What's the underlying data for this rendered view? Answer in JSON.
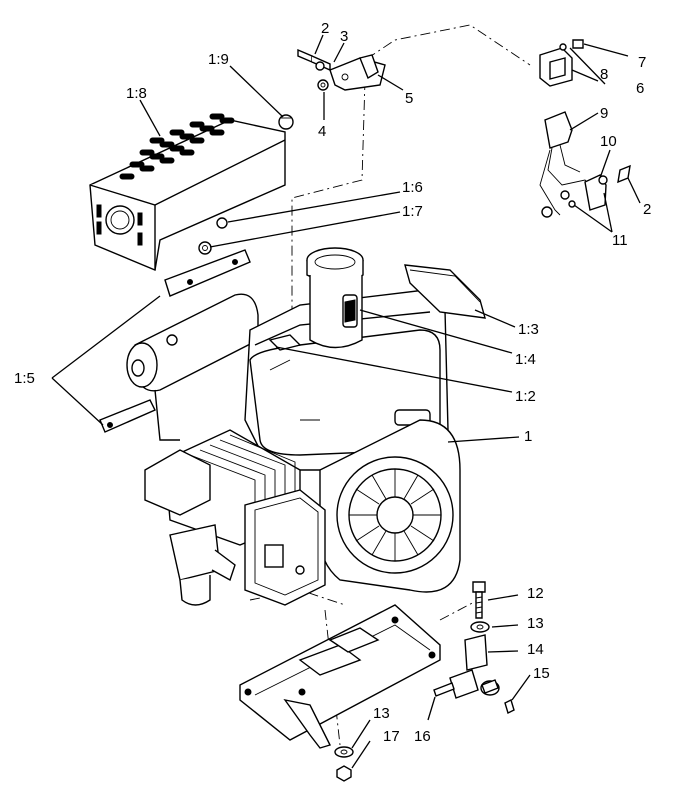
{
  "callouts": [
    {
      "id": "c-1-9",
      "text": "1:9"
    },
    {
      "id": "c-1-8",
      "text": "1:8"
    },
    {
      "id": "c-2a",
      "text": "2"
    },
    {
      "id": "c-3",
      "text": "3"
    },
    {
      "id": "c-4",
      "text": "4"
    },
    {
      "id": "c-5",
      "text": "5"
    },
    {
      "id": "c-7",
      "text": "7"
    },
    {
      "id": "c-6",
      "text": "6"
    },
    {
      "id": "c-8",
      "text": "8"
    },
    {
      "id": "c-9",
      "text": "9"
    },
    {
      "id": "c-10",
      "text": "10"
    },
    {
      "id": "c-2b",
      "text": "2"
    },
    {
      "id": "c-11",
      "text": "11"
    },
    {
      "id": "c-1-6",
      "text": "1:6"
    },
    {
      "id": "c-1-7",
      "text": "1:7"
    },
    {
      "id": "c-1-3",
      "text": "1:3"
    },
    {
      "id": "c-1-4",
      "text": "1:4"
    },
    {
      "id": "c-1-2",
      "text": "1:2"
    },
    {
      "id": "c-1-5",
      "text": "1:5"
    },
    {
      "id": "c-1",
      "text": "1"
    },
    {
      "id": "c-12",
      "text": "12"
    },
    {
      "id": "c-13a",
      "text": "13"
    },
    {
      "id": "c-14",
      "text": "14"
    },
    {
      "id": "c-15",
      "text": "15"
    },
    {
      "id": "c-16",
      "text": "16"
    },
    {
      "id": "c-13b",
      "text": "13"
    },
    {
      "id": "c-17",
      "text": "17"
    }
  ]
}
